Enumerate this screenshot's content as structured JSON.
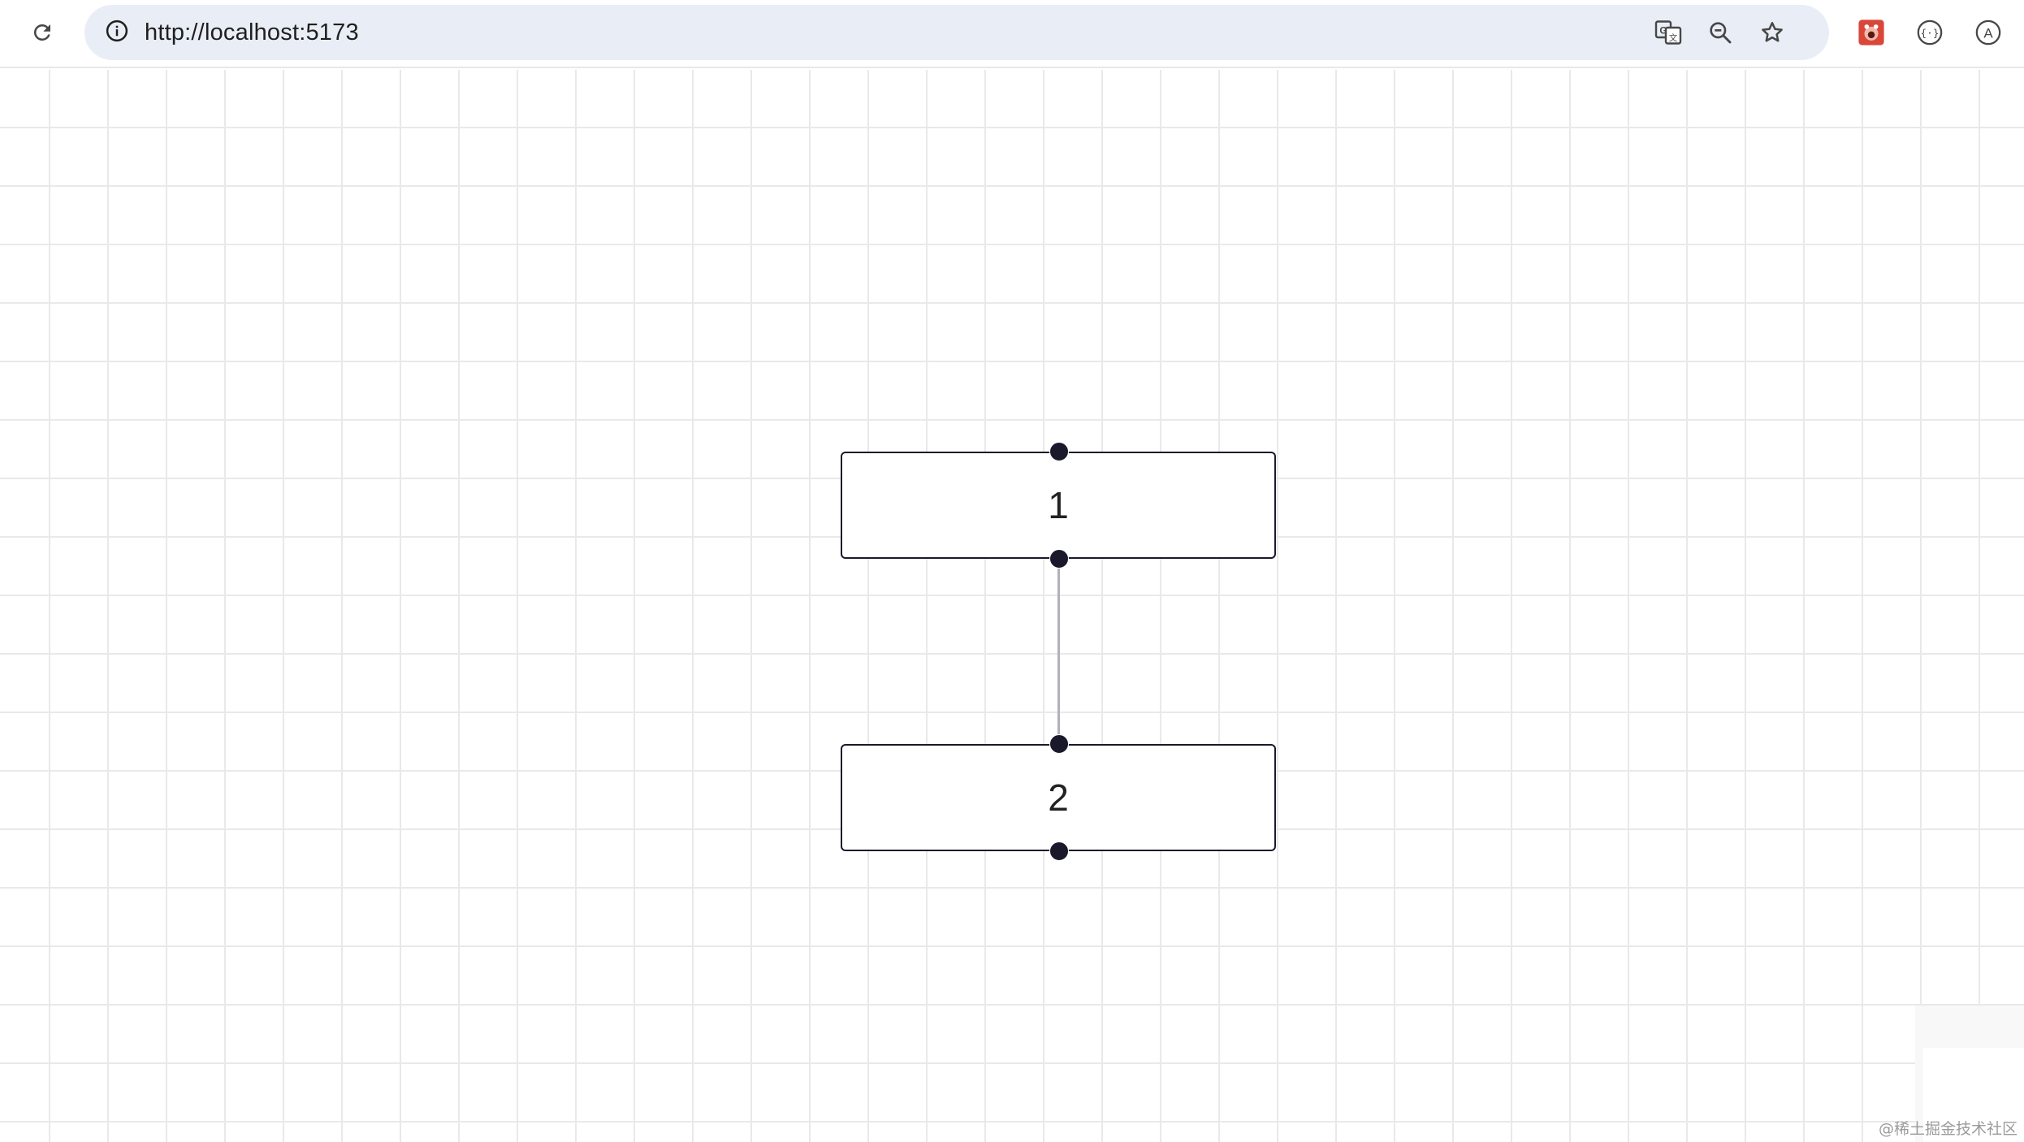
{
  "browser": {
    "url": "http://localhost:5173",
    "icons": {
      "reload": "reload-icon",
      "site_info": "info-icon",
      "translate": "translate-icon",
      "zoom": "zoom-out-icon",
      "bookmark": "star-icon",
      "extension_1": "ladybug-extension-icon",
      "extension_2": "code-braces-extension-icon",
      "extension_3": "account-a-icon"
    }
  },
  "flow": {
    "nodes": [
      {
        "label": "1"
      },
      {
        "label": "2"
      }
    ],
    "edges": [
      {
        "source": "1",
        "target": "2"
      }
    ]
  },
  "watermark": "@稀土掘金技术社区",
  "colors": {
    "node_border": "#1a192b",
    "handle": "#1a192b",
    "edge": "#b1b1b7",
    "grid": "#e9e9e9",
    "omnibox": "#e9eef6"
  }
}
